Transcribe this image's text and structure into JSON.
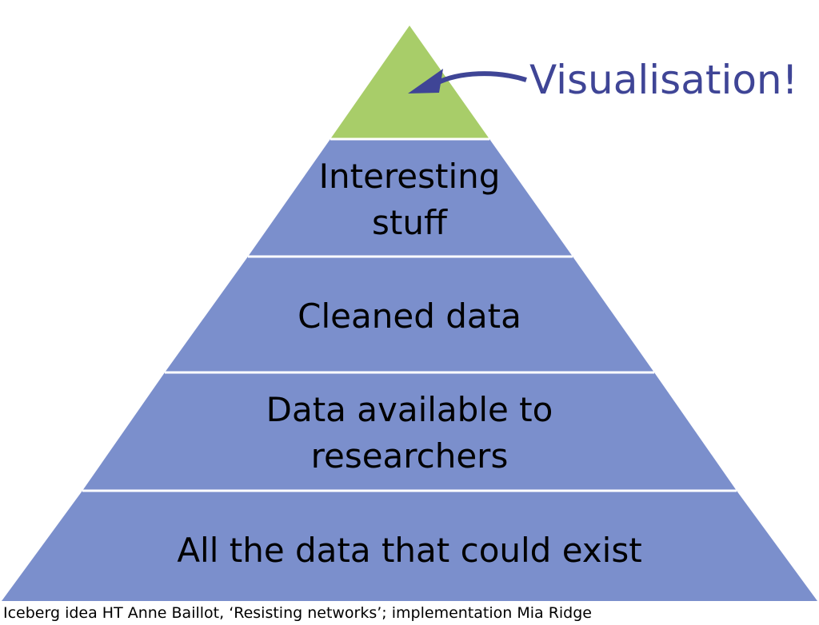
{
  "diagram": {
    "tiers": [
      {
        "label": ""
      },
      {
        "label": "Interesting\nstuff"
      },
      {
        "label": "Cleaned data"
      },
      {
        "label": "Data available to\nresearchers"
      },
      {
        "label": "All the data that could exist"
      }
    ],
    "callout": "Visualisation!",
    "credit": "Iceberg idea HT Anne Baillot, ‘Resisting networks’; implementation Mia Ridge"
  },
  "colors": {
    "apex": "#a8cd69",
    "tier": "#7b8fcc",
    "separator": "#ffffff",
    "callout": "#3f4596"
  }
}
